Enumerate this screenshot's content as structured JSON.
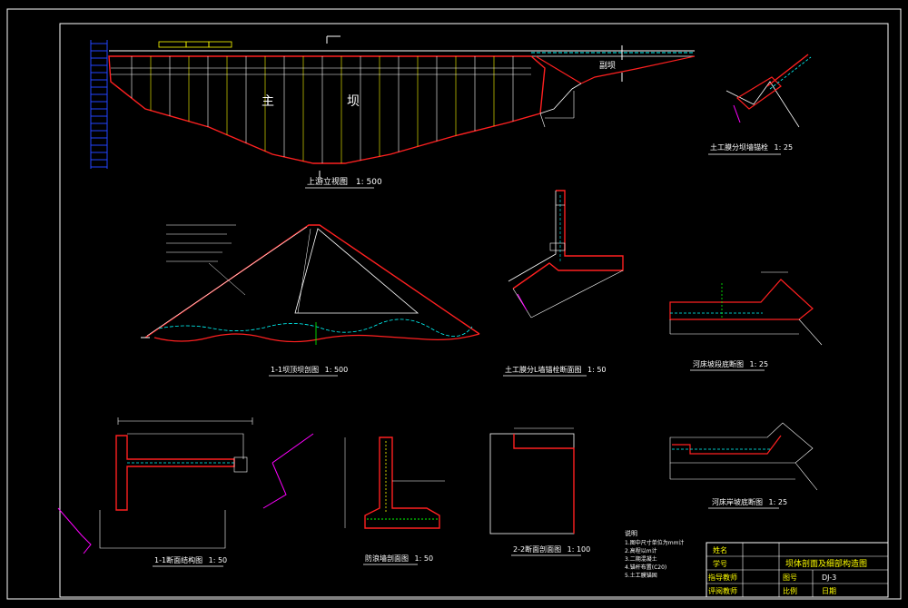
{
  "drawing": {
    "colors": {
      "background": "#000000",
      "frame": "#ffffff",
      "dam_body": "#ff2020",
      "sections": "#ffffff",
      "yellow": "#ffff00",
      "cyan": "#00ffff",
      "green": "#00ff00",
      "blue": "#2244ff",
      "magenta": "#ff00ff"
    },
    "views": {
      "longitudinal": {
        "body_label_1": "主",
        "body_label_2": "坝",
        "side_label": "副坝",
        "caption": "上游立视图",
        "scale": "1: 500"
      },
      "cross_section": {
        "caption": "1-1坝顶坝剖图",
        "scale": "1: 500"
      },
      "geomembrane_anchor": {
        "caption": "土工膜分坝墙锚栓",
        "scale": "1: 25"
      },
      "geomembrane_wall": {
        "caption": "土工膜分L墙锚栓断面图",
        "scale": "1: 50"
      },
      "riverbed_anchor": {
        "caption": "河床坡段底断图",
        "scale": "1: 25"
      },
      "section_1_1_wall": {
        "caption": "1-1断面结构图",
        "scale": "1: 50"
      },
      "parapet": {
        "caption": "防浪墙剖面图",
        "scale": "1: 50"
      },
      "section_2_2": {
        "caption": "2-2断面剖面图",
        "scale": "1: 100"
      },
      "riverbed_toe": {
        "caption": "河床岸坡底断图",
        "scale": "1: 25"
      }
    },
    "notes": {
      "title": "说明",
      "items": [
        "1.图中尺寸单位为mm计",
        "2.高程以m计",
        "3.二期混凝土",
        "4.锚杆布置(C20)",
        "5.土工膜锚固"
      ]
    },
    "title_block": {
      "name_label": "姓名",
      "id_label": "学号",
      "advisor_label": "指导教师",
      "reviewer_label": "评阅教师",
      "drawing_title": "坝体剖面及细部构造图",
      "drawing_no_label": "图号",
      "drawing_no": "DJ-3",
      "scale_label": "比例",
      "date_label": "日期"
    }
  }
}
